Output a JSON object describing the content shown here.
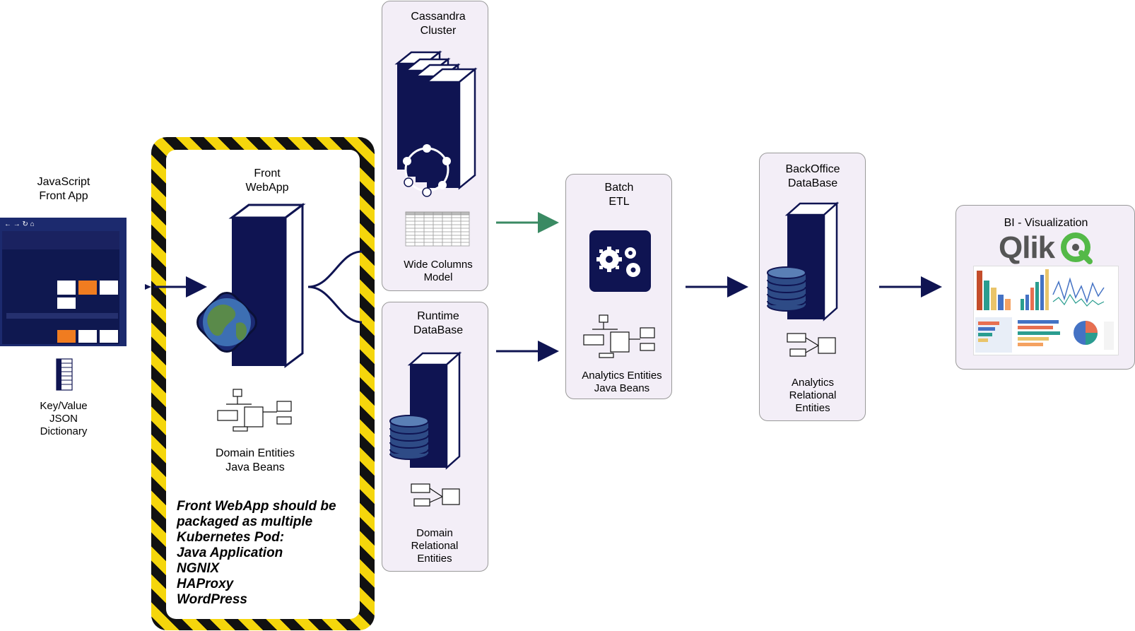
{
  "nodes": {
    "js_app": {
      "title": "JavaScript\nFront App",
      "caption": "Key/Value\nJSON\nDictionary"
    },
    "front_webapp": {
      "title": "Front\nWebApp",
      "caption": "Domain Entities\nJava Beans"
    },
    "cassandra": {
      "title": "Cassandra\nCluster",
      "caption": "Wide Columns\nModel"
    },
    "runtime_db": {
      "title": "Runtime\nDataBase",
      "caption": "Domain\nRelational\nEntities"
    },
    "batch_etl": {
      "title": "Batch\nETL",
      "caption": "Analytics Entities\nJava Beans"
    },
    "backoffice_db": {
      "title": "BackOffice\nDataBase",
      "caption": "Analytics\nRelational\nEntities"
    },
    "bi": {
      "title": "BI - Visualization",
      "brand": "Qlik"
    }
  },
  "note": {
    "lines": [
      "Front WebApp should be",
      "packaged as multiple",
      "Kubernetes Pod:",
      "Java Application",
      "NGNIX",
      "HAProxy",
      "WordPress"
    ]
  },
  "colors": {
    "navy": "#0f1452",
    "box_fill": "#f3eef7",
    "green_arrow": "#3a8a63",
    "hazard_yellow": "#f5d60c",
    "qlik_green": "#54b948"
  }
}
